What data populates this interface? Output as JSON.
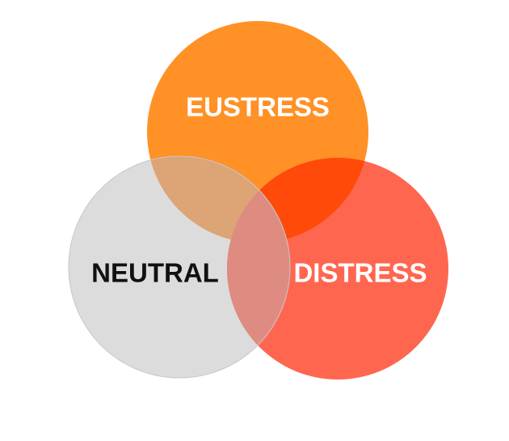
{
  "diagram": {
    "type": "venn",
    "sets": [
      {
        "id": "eustress",
        "label": "EUSTRESS",
        "color": "#FF9126",
        "label_color": "#FFFFFF"
      },
      {
        "id": "distress",
        "label": "DISTRESS",
        "color": "#FF6650",
        "label_color": "#FFFFFF"
      },
      {
        "id": "neutral",
        "label": "NEUTRAL",
        "color": "#DCDCDC",
        "label_color": "#111111"
      }
    ],
    "overlap_colors": {
      "eustress_distress": "#FF4A0A",
      "eustress_neutral": "#DDA476",
      "distress_neutral": "#DE8C82",
      "all_three": "#DE8C82"
    }
  }
}
